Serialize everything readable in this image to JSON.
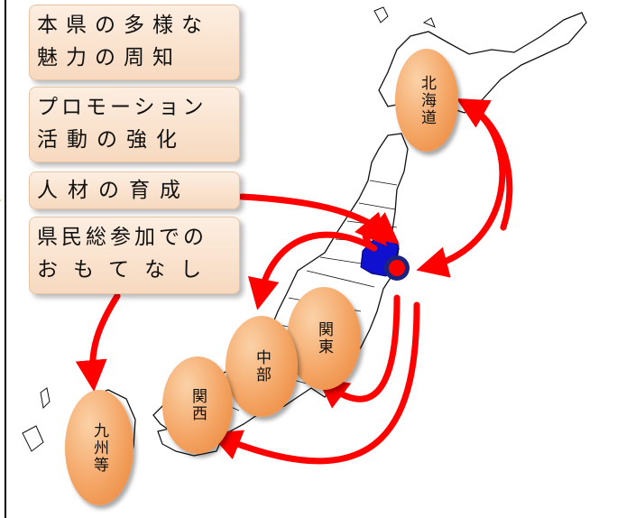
{
  "panels": [
    {
      "line1": "本県の多様な",
      "line2": "魅力の周知"
    },
    {
      "line1": "プロモーション",
      "line2": "活動の強化"
    },
    {
      "line1": "人材の育成"
    },
    {
      "line1": "県民総参加での",
      "line2": "おもてなし"
    }
  ],
  "regions": {
    "hokkaido": "北海道",
    "kanto": "関東",
    "chubu": "中部",
    "kansai": "関西",
    "kyushu": "九州等"
  },
  "colors": {
    "arrow": "#ff0000",
    "prefecture": "#1010d0",
    "marker": "#ff0000",
    "marker_ring": "#1a237e",
    "region_fill": "#f4a463",
    "panel_fill": "#f9e1cb"
  }
}
